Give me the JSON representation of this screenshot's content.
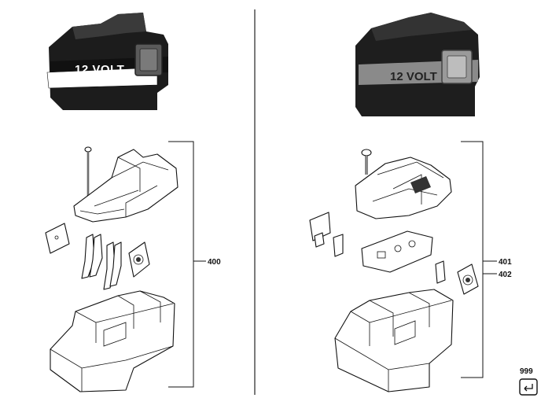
{
  "left_battery": {
    "label": "12 VOLT"
  },
  "right_battery": {
    "label": "12 VOLT"
  },
  "callouts": {
    "left_assembly": "400",
    "right_assembly_a": "401",
    "right_assembly_b": "402",
    "accessory": "999"
  },
  "colors": {
    "battery_body": "#1c1c1c",
    "battery_stripe": "#ffffff",
    "right_stripe": "#8a8a8a",
    "line": "#111111"
  }
}
